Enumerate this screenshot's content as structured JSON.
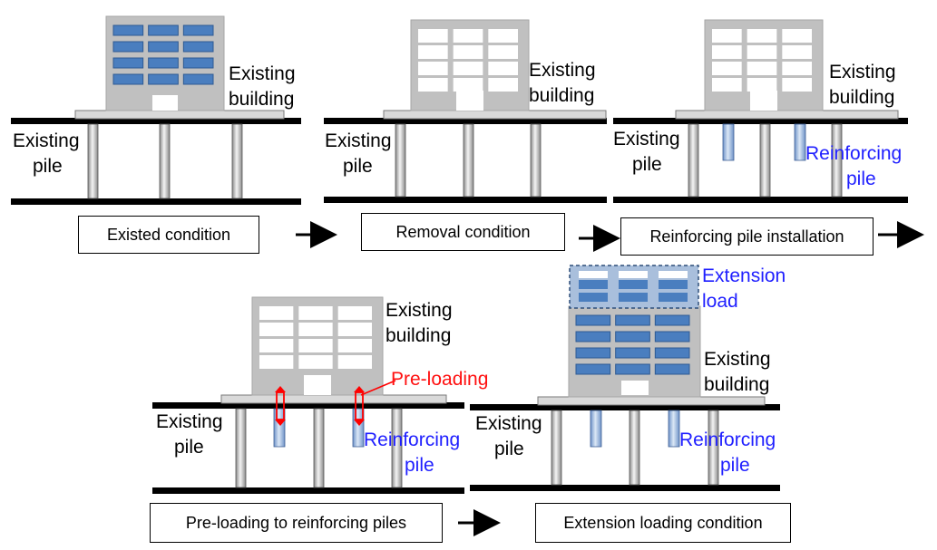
{
  "labels": {
    "existing_building": [
      "Existing",
      "building"
    ],
    "existing_pile": [
      "Existing",
      "pile"
    ],
    "reinforcing_pile": [
      "Reinforcing",
      "pile"
    ],
    "extension_load": [
      "Extension",
      "load"
    ],
    "pre_loading": "Pre-loading"
  },
  "steps": [
    "Existed condition",
    "Removal condition",
    "Reinforcing pile installation",
    "Pre-loading to reinforcing piles",
    "Extension loading condition"
  ],
  "colors": {
    "building": "#c0c0c0",
    "window_filled": "#4a7ebf",
    "window_empty": "#ffffff",
    "reinforcing_pile": "#8fb0dc",
    "preload_arrow": "#ff0000",
    "label_blue": "#1f1fff",
    "label_red": "#ff1010"
  }
}
